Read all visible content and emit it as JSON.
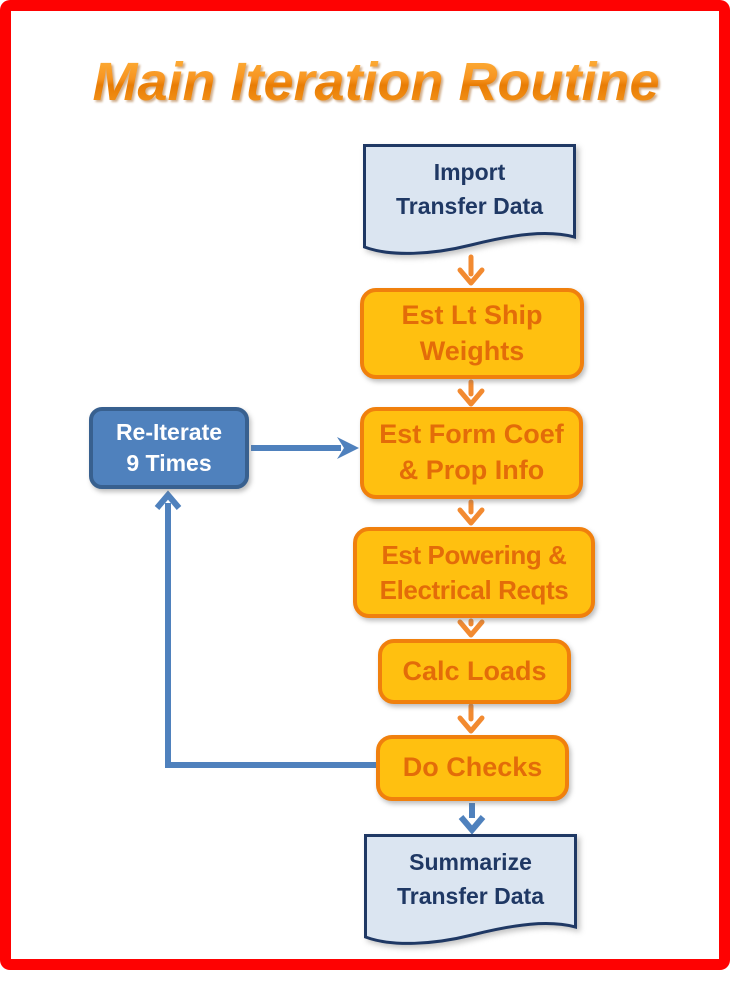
{
  "title": "Main Iteration Routine",
  "nodes": {
    "import": {
      "type": "document",
      "lines": [
        "Import",
        "Transfer Data"
      ]
    },
    "est_weights": {
      "type": "process",
      "lines": [
        "Est Lt Ship",
        "Weights"
      ]
    },
    "est_form": {
      "type": "process",
      "lines": [
        "Est Form Coef",
        "& Prop Info"
      ]
    },
    "est_powering": {
      "type": "process",
      "lines": [
        "Est Powering &",
        "Electrical Reqts"
      ]
    },
    "calc_loads": {
      "type": "process",
      "lines": [
        "Calc Loads"
      ]
    },
    "do_checks": {
      "type": "process",
      "lines": [
        "Do Checks"
      ]
    },
    "summarize": {
      "type": "document",
      "lines": [
        "Summarize",
        "Transfer Data"
      ]
    },
    "reiterate": {
      "type": "loop",
      "lines": [
        "Re-Iterate",
        "9 Times"
      ]
    }
  },
  "colors": {
    "frame_red": "#FE0202",
    "process_fill": "#FFC010",
    "process_border": "#F0800D",
    "process_text": "#E36C09",
    "doc_fill": "#DBE5F1",
    "doc_border": "#1F3864",
    "doc_text": "#1F3864",
    "loop_fill": "#4F81BD",
    "loop_border": "#38608F",
    "loop_text": "#FFFFFF",
    "arrow_orange": "#F28A30",
    "arrow_blue": "#4F81BD",
    "title_orange": "#F08A10"
  }
}
